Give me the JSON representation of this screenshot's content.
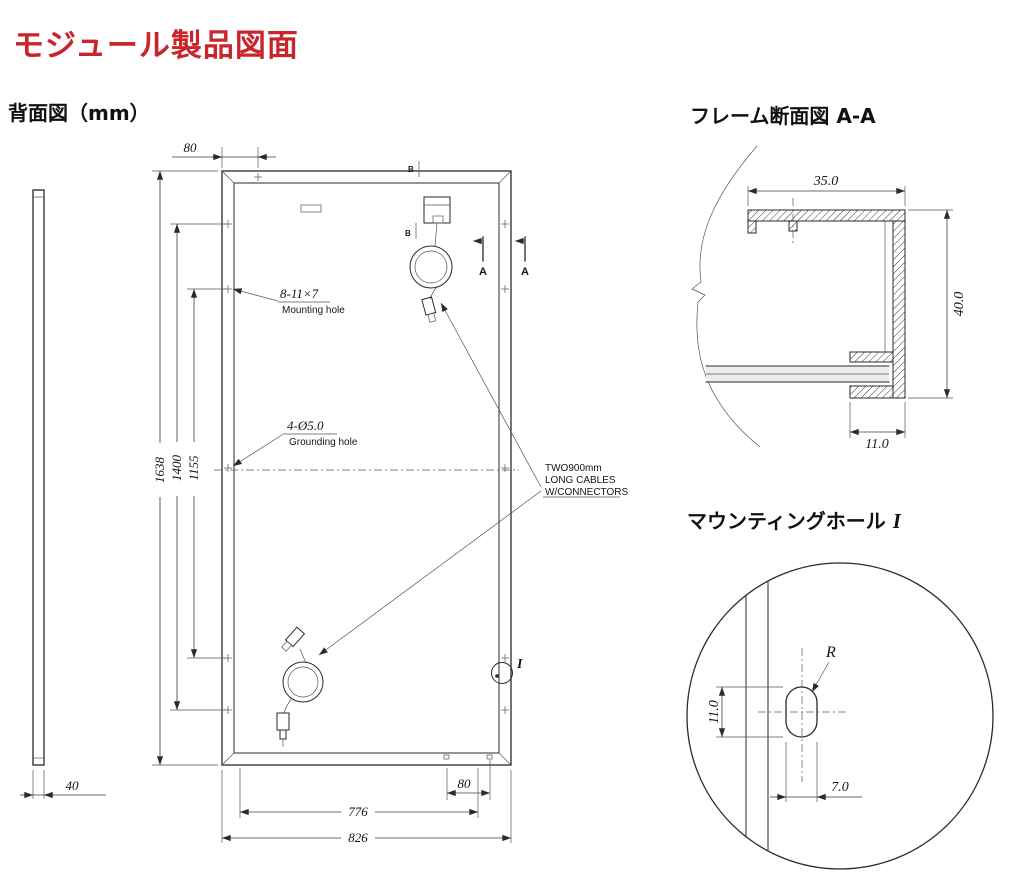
{
  "page": {
    "title": "モジュール製品図面",
    "accent_color": "#c9252b",
    "background_color": "#ffffff"
  },
  "rear_view": {
    "title": "背面図（mm）",
    "dimensions": {
      "top_offset": "80",
      "overall_height": "1638",
      "hole_span_outer": "1400",
      "hole_span_inner": "1155",
      "side_thickness": "40",
      "bottom_offset": "80",
      "hole_span_width": "776",
      "overall_width": "826"
    },
    "callouts": {
      "mounting_hole_dim": "8-11×7",
      "mounting_hole_label": "Mounting hole",
      "grounding_hole_dim": "4-Ø5.0",
      "grounding_hole_label": "Grounding hole",
      "cable_note_line1": "TWO900mm",
      "cable_note_line2": "LONG CABLES",
      "cable_note_line3": "W/CONNECTORS",
      "detail_marker": "I"
    },
    "section_markers": {
      "a_left": "A",
      "a_right": "A",
      "b_top": "B",
      "b_bottom": "B"
    }
  },
  "frame_section": {
    "title": "フレーム断面図 A-A",
    "dimensions": {
      "flange_width": "35.0",
      "frame_height": "40.0",
      "foot_width": "11.0"
    }
  },
  "mounting_hole_detail": {
    "title": "マウンティングホール",
    "title_suffix": "I",
    "dimensions": {
      "radius_label": "R",
      "hole_height": "11.0",
      "hole_width": "7.0"
    }
  }
}
